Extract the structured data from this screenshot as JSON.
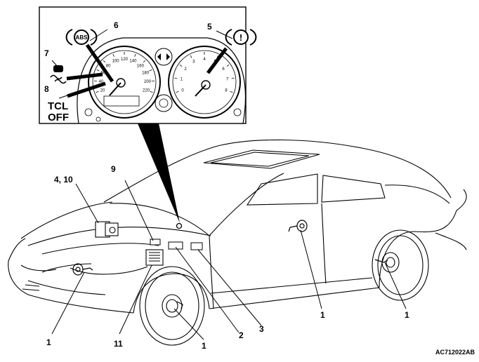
{
  "figure_ref": "AC712022AB",
  "callouts": {
    "c1_front_wheel_left": "1",
    "c1_front_wheel_right": "1",
    "c1_rear_left": "1",
    "c1_rear_right": "1",
    "c2": "2",
    "c3": "3",
    "c4_10": "4, 10",
    "c5": "5",
    "c6": "6",
    "c7": "7",
    "c8": "8",
    "c9": "9",
    "c11": "11"
  },
  "cluster": {
    "abs_label": "ABS",
    "brake_label": "!",
    "tcl_label_line1": "TCL",
    "tcl_label_line2": "OFF",
    "speedo_ticks": [
      "20",
      "40",
      "60",
      "80",
      "100",
      "120",
      "140",
      "160",
      "180",
      "200",
      "220"
    ],
    "tacho_ticks": [
      "0",
      "1",
      "2",
      "3",
      "4",
      "5",
      "6",
      "7",
      "8"
    ]
  }
}
